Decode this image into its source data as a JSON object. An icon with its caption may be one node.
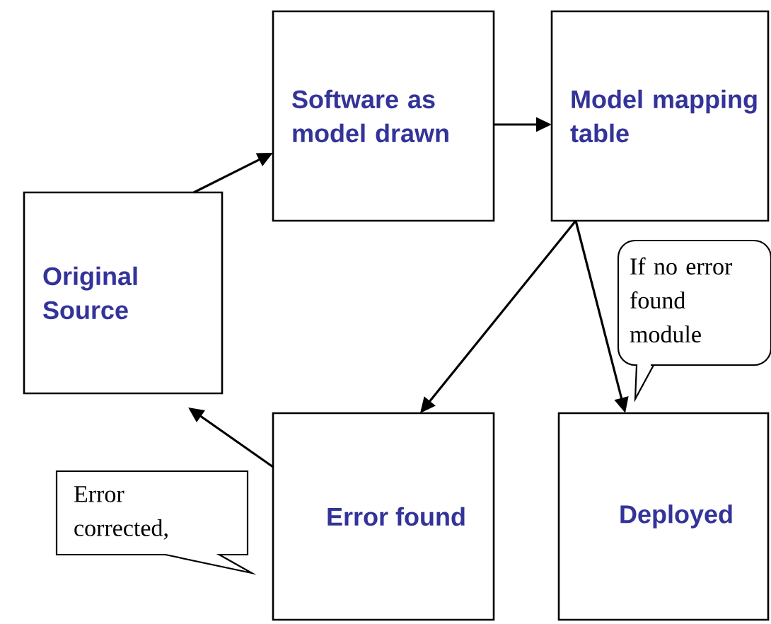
{
  "diagram": {
    "nodes": [
      {
        "text": [
          "Original Source"
        ]
      },
      {
        "text": [
          "Software as model drawn"
        ]
      },
      {
        "text": [
          "Model mapping table"
        ]
      },
      {
        "text": [
          "Error found"
        ]
      },
      {
        "text": [
          "Deployed"
        ]
      },
      {
        "text": [
          "If no error found module"
        ]
      },
      {
        "text": [
          "Error corrected,"
        ]
      }
    ],
    "edges": [
      {
        "from": 0,
        "to": 1,
        "arrow": "to"
      },
      {
        "from": 1,
        "to": 2,
        "arrow": "to"
      },
      {
        "from": 2,
        "to": 3,
        "arrow": "to"
      },
      {
        "from": 2,
        "to": 4,
        "arrow": "to"
      },
      {
        "from": 3,
        "to": 0,
        "arrow": "to"
      }
    ]
  }
}
